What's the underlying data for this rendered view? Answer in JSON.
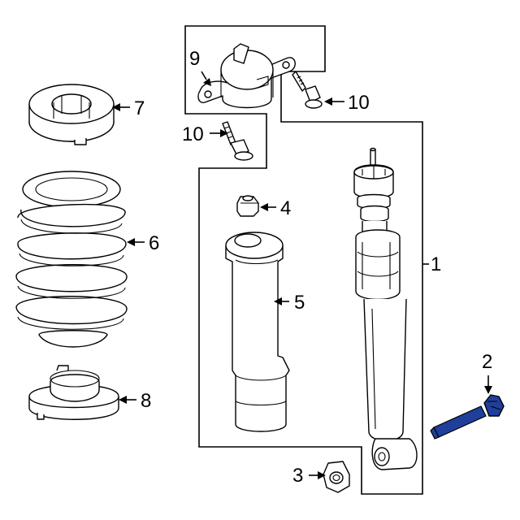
{
  "diagram": {
    "highlight_color": "#1f3f9a",
    "outline_color": "#000000",
    "highlighted_part": "2",
    "callouts": {
      "c1": "1",
      "c2": "2",
      "c3": "3",
      "c4": "4",
      "c5": "5",
      "c6": "6",
      "c7": "7",
      "c8": "8",
      "c9": "9",
      "c10a": "10",
      "c10b": "10"
    }
  }
}
